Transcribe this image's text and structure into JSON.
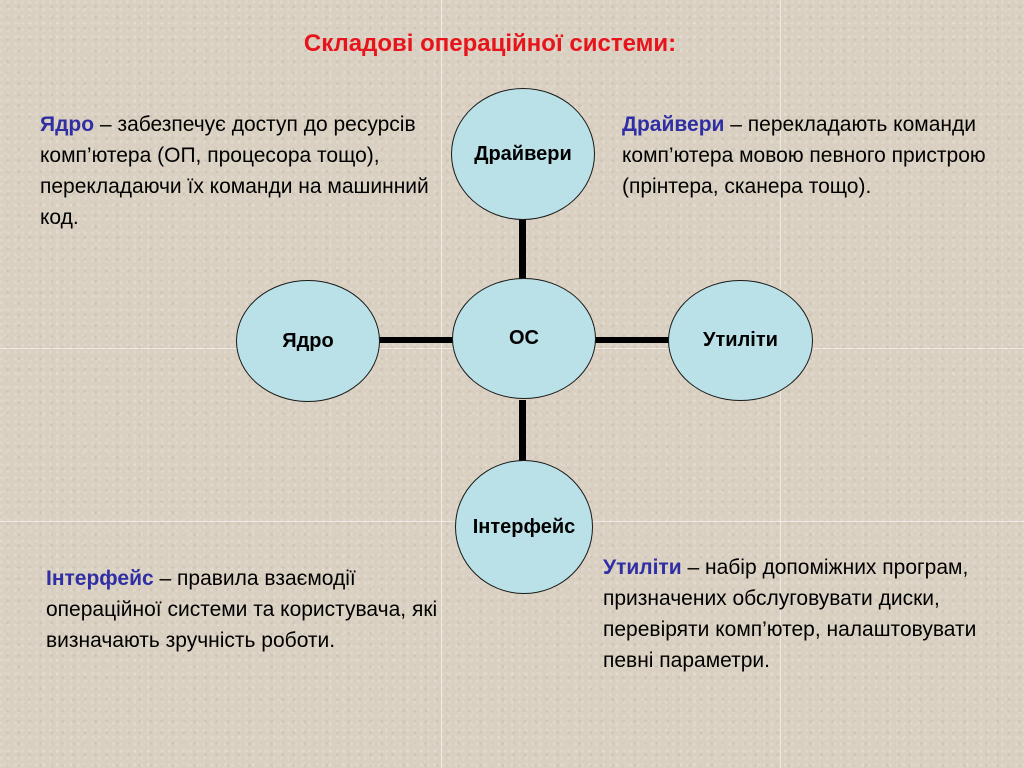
{
  "title": "Складові операційної системи:",
  "colors": {
    "title": "#e8141b",
    "term": "#2f2ea3",
    "node_fill": "#b9e1e7",
    "connector": "#000000"
  },
  "nodes": {
    "center": "ОС",
    "top": "Драйвери",
    "left": "Ядро",
    "right": "Утиліти",
    "bottom": "Інтерфейс"
  },
  "descriptions": {
    "kernel": {
      "term": "Ядро",
      "text": " – забезпечує доступ до ресурсів комп’ютера (ОП, процесора тощо), перекладаючи їх команди на машинний код."
    },
    "drivers": {
      "term": "Драйвери",
      "text": " – перекладають команди комп’ютера мовою певного пристрою (прінтера, сканера тощо)."
    },
    "interface": {
      "term": "Інтерфейс",
      "text": " – правила взаємодії операційної системи та користувача, які визначають зручність роботи."
    },
    "utilities": {
      "term": "Утиліти",
      "text": " – набір допоміжних програм, призначених обслуговувати диски, перевіряти комп’ютер, налаштовувати певні параметри."
    }
  }
}
